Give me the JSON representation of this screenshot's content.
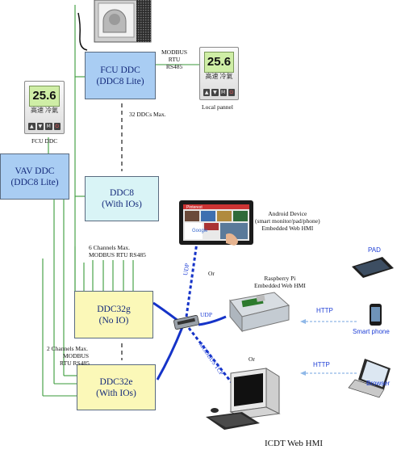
{
  "boxes": {
    "fcu": [
      "FCU DDC",
      "(DDC8 Lite)"
    ],
    "vav": [
      "VAV DDC",
      "(DDC8 Lite)"
    ],
    "ddc8": [
      "DDC8",
      "(With IOs)"
    ],
    "ddc32g": [
      "DDC32g",
      "(No IO)"
    ],
    "ddc32e": [
      "DDC32e",
      "(With IOs)"
    ]
  },
  "labels": {
    "modbus_top": [
      "MODBUS",
      "RTU",
      "RS485"
    ],
    "local_panel": "Local pannel",
    "fcu_ddc_caption": "FCU DDC",
    "ddcs_max": "32 DDCs Max.",
    "six_channels": [
      "6 Channels Max.",
      "MODBUS RTU  RS485"
    ],
    "two_channels": [
      "2 Channels Max.",
      "MODBUS",
      "RTU   RS485"
    ],
    "android": [
      "Android Device",
      "(smart monitor/pad/phone)",
      "Embedded Web HMI"
    ],
    "or_1": "Or",
    "udp_1": "UDP",
    "udp_2": "UDP",
    "raspberry": [
      "Raspberry Pi",
      "Embedded Web HMI"
    ],
    "modbus_tcp": "MODBUS TCP",
    "or_2": "Or",
    "http_1": "HTTP",
    "http_2": "HTTP",
    "pad": "PAD",
    "smart_phone": "Smart phone",
    "browser": "Browser",
    "icdt": "ICDT Web HMI"
  },
  "thermostat": {
    "reading": "25.6",
    "mode_text": "高速  冷氣",
    "keys": [
      "▲",
      "▼",
      "M",
      "⏻"
    ]
  },
  "screen_text": {
    "google": "Google",
    "brand": "Pinterest"
  },
  "colors": {
    "rs485_wire": "#3a9a3a",
    "ethernet": "#1533c8",
    "http_arrow": "#8fb8e8",
    "label_blue": "#1f3fd6"
  }
}
